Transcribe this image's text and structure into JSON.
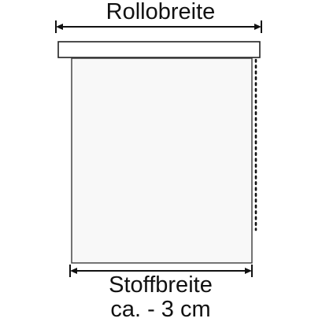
{
  "diagram": {
    "top_label": "Rollobreite",
    "bottom_label_line1": "Stoffbreite",
    "bottom_label_line2": "ca. - 3 cm"
  },
  "colors": {
    "stroke": "#111111",
    "fabric_fill": "#f8f8f8",
    "fabric_border": "#3a3a3a",
    "background": "#ffffff"
  }
}
